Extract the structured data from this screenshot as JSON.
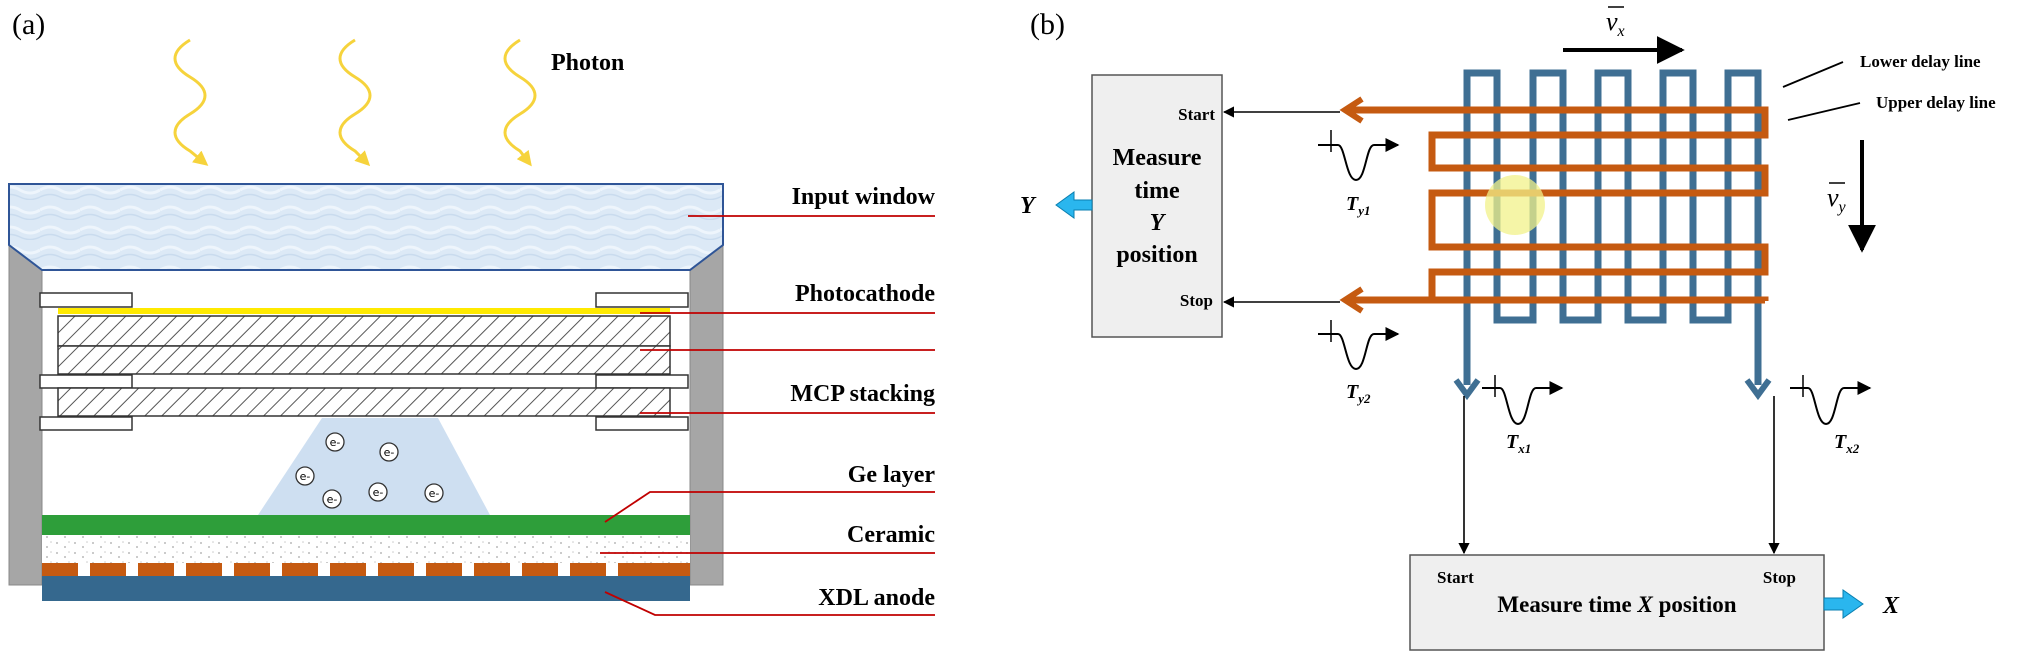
{
  "panel_a": {
    "label": "(a)",
    "labels": {
      "photon": "Photon",
      "input_window": "Input window",
      "photocathode": "Photocathode",
      "mcp_stacking": "MCP stacking",
      "ge_layer": "Ge layer",
      "ceramic": "Ceramic",
      "xdl_anode": "XDL anode"
    },
    "electron": "e-",
    "colors": {
      "window_fill": "#dbe8f6",
      "window_edge": "#2f5597",
      "housing": "#a6a6a6",
      "photocathode": "#ffea00",
      "ge_layer": "#2e9e3a",
      "ceramic_pad": "#c55a11",
      "anode": "#35688e",
      "cone": "#c9dcef",
      "photon": "#f6d33c",
      "leader": "#c00000"
    }
  },
  "panel_b": {
    "label": "(b)",
    "y_box": {
      "start": "Start",
      "lines": [
        "Measure",
        "time",
        "Y",
        "position"
      ],
      "stop": "Stop"
    },
    "y_out": "Y",
    "x_box": {
      "start": "Start",
      "stop": "Stop",
      "text_pre": "Measure time ",
      "text_var": "X",
      "text_post": " position"
    },
    "x_out": "X",
    "vx_main": "v",
    "vx_sub": "x",
    "vy_main": "v",
    "vy_sub": "y",
    "lower_delay": "Lower delay line",
    "upper_delay": "Upper delay line",
    "ty1": {
      "main": "T",
      "sub": "y1"
    },
    "ty2": {
      "main": "T",
      "sub": "y2"
    },
    "tx1": {
      "main": "T",
      "sub": "x1"
    },
    "tx2": {
      "main": "T",
      "sub": "x2"
    },
    "colors": {
      "lower_line": "#3f6f93",
      "upper_line": "#c55a11",
      "box_fill": "#efefef",
      "output_arrow": "#2ab6ee",
      "hit": "#f2f28a"
    }
  }
}
